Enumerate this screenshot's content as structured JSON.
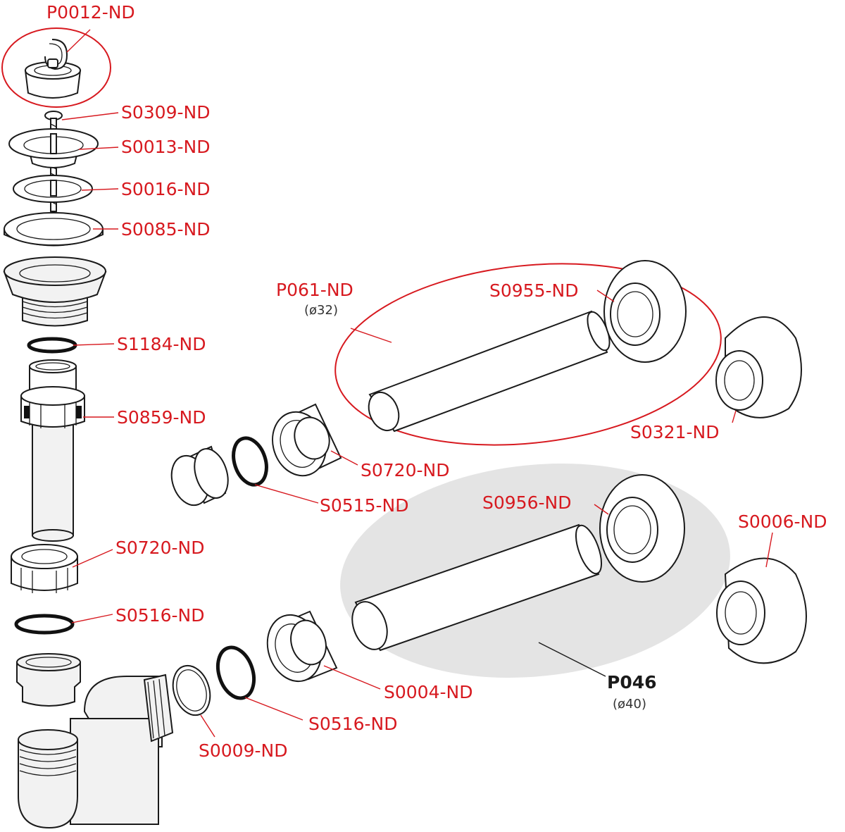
{
  "colors": {
    "label": "#d7191f",
    "highlight": "#e4e4e4",
    "line": "#1a1a1a"
  },
  "labels": {
    "p0012": "P0012-ND",
    "s0309": "S0309-ND",
    "s0013": "S0013-ND",
    "s0016": "S0016-ND",
    "s0085": "S0085-ND",
    "p061": "P061-ND",
    "p061_dia": "(ø32)",
    "s0955": "S0955-ND",
    "s1184": "S1184-ND",
    "s0859": "S0859-ND",
    "s0321": "S0321-ND",
    "s0720_right": "S0720-ND",
    "s0515": "S0515-ND",
    "s0956": "S0956-ND",
    "s0006": "S0006-ND",
    "s0720_left": "S0720-ND",
    "s0516_left": "S0516-ND",
    "p046": "P046",
    "p046_dia": "(ø40)",
    "s0004": "S0004-ND",
    "s0516_bottom": "S0516-ND",
    "s0009": "S0009-ND"
  }
}
